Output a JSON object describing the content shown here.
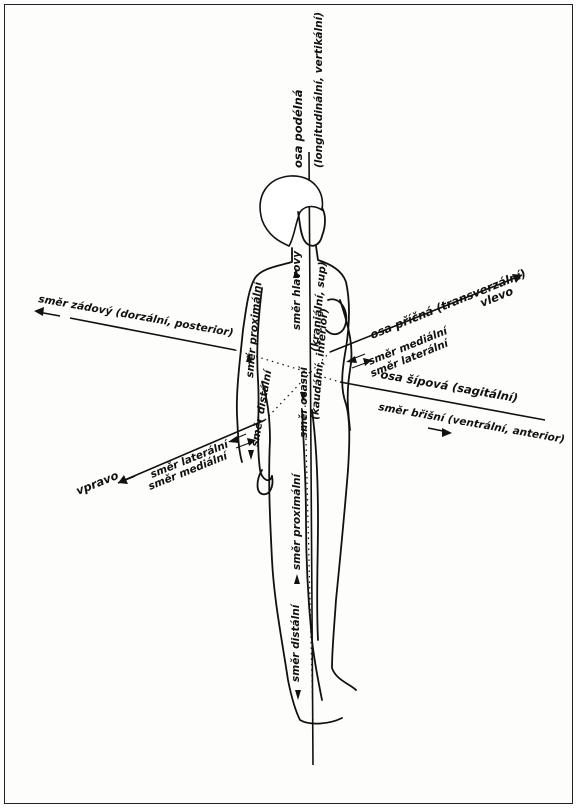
{
  "labels": {
    "vertical_axis_1": "osa podélná",
    "vertical_axis_2": "(longitudinální, vertikální)",
    "transverse_axis": "osa příčná (transverzální)",
    "left": "vlevo",
    "medial_right": "směr mediální",
    "lateral_right": "směr laterální",
    "sagittal_axis": "osa šípová (sagitální)",
    "ventral": "směr břišní (ventrální, anterior)",
    "dorsal": "směr zádový (dorzální, posterior)",
    "right": "vpravo",
    "lateral_left": "směr laterální",
    "medial_left": "směr mediální",
    "proximal_arm": "směr proximální",
    "distal_arm": "směr distální",
    "caudal": "směr ocasní",
    "caudal_2": "(kaudální, inferior)",
    "cranial": "směr hlavový",
    "cranial_2": "(kraniální, sup)",
    "proximal_leg": "směr proximální",
    "distal_leg": "směr distální"
  }
}
